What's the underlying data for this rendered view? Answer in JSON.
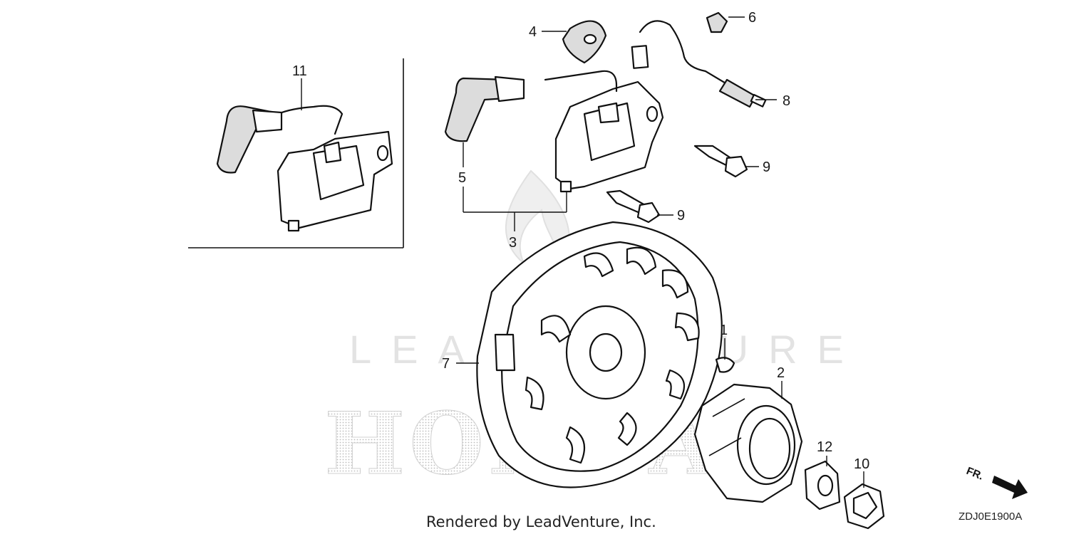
{
  "callouts": [
    {
      "id": "c1",
      "label": "1"
    },
    {
      "id": "c2",
      "label": "2"
    },
    {
      "id": "c3",
      "label": "3"
    },
    {
      "id": "c4",
      "label": "4"
    },
    {
      "id": "c5",
      "label": "5"
    },
    {
      "id": "c6",
      "label": "6"
    },
    {
      "id": "c7",
      "label": "7"
    },
    {
      "id": "c8",
      "label": "8"
    },
    {
      "id": "c9a",
      "label": "9"
    },
    {
      "id": "c9b",
      "label": "9"
    },
    {
      "id": "c10",
      "label": "10"
    },
    {
      "id": "c11",
      "label": "11"
    },
    {
      "id": "c12",
      "label": "12"
    }
  ],
  "footer": {
    "rendered_by": "Rendered by LeadVenture, Inc.",
    "diagram_code": "ZDJ0E1900A",
    "direction_label": "FR."
  },
  "watermarks": {
    "leadventure": "LEADVENTURE",
    "honda": "HONDA"
  },
  "colors": {
    "line": "#111111",
    "watermark": "#e3e3e3",
    "stipple": "#cfcfcf"
  }
}
